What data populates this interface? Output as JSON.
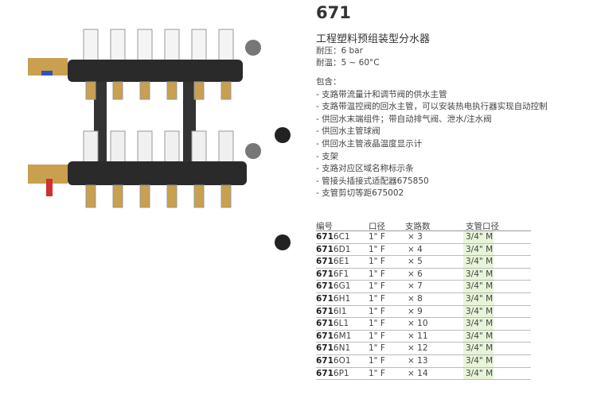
{
  "product": {
    "number": "671",
    "name": "工程塑料预组装型分水器",
    "specs": [
      "耐压：6 bar",
      "耐温：5 ~ 60°C"
    ]
  },
  "includes": {
    "heading": "包含：",
    "items": [
      "- 支路带流量计和调节阀的供水主管",
      "- 支路带温控阀的回水主管，可以安装热电执行器实现自动控制",
      "- 供回水末端组件；带自动排气阀、泄水/注水阀",
      "- 供回水主管球阀",
      "- 供回水主管液晶温度显示计",
      "- 支架",
      "- 支路对应区域名称标示条",
      "- 管接头插接式适配器675850",
      "- 支管剪切等距675002"
    ]
  },
  "table": {
    "headers": [
      "编号",
      "口径",
      "支路数",
      "支管口径"
    ],
    "rows": [
      {
        "series": "671",
        "suffix": "6C1",
        "size": "1\" F",
        "ways": "× 3",
        "branch": "3/4\" M"
      },
      {
        "series": "671",
        "suffix": "6D1",
        "size": "1\" F",
        "ways": "× 4",
        "branch": "3/4\" M"
      },
      {
        "series": "671",
        "suffix": "6E1",
        "size": "1\" F",
        "ways": "× 5",
        "branch": "3/4\" M"
      },
      {
        "series": "671",
        "suffix": "6F1",
        "size": "1\" F",
        "ways": "× 6",
        "branch": "3/4\" M"
      },
      {
        "series": "671",
        "suffix": "6G1",
        "size": "1\" F",
        "ways": "× 7",
        "branch": "3/4\" M"
      },
      {
        "series": "671",
        "suffix": "6H1",
        "size": "1\" F",
        "ways": "× 8",
        "branch": "3/4\" M"
      },
      {
        "series": "671",
        "suffix": "6I1",
        "size": "1\" F",
        "ways": "× 9",
        "branch": "3/4\" M"
      },
      {
        "series": "671",
        "suffix": "6L1",
        "size": "1\" F",
        "ways": "× 10",
        "branch": "3/4\" M"
      },
      {
        "series": "671",
        "suffix": "6M1",
        "size": "1\" F",
        "ways": "× 11",
        "branch": "3/4\" M"
      },
      {
        "series": "671",
        "suffix": "6N1",
        "size": "1\" F",
        "ways": "× 12",
        "branch": "3/4\" M"
      },
      {
        "series": "671",
        "suffix": "6O1",
        "size": "1\" F",
        "ways": "× 13",
        "branch": "3/4\" M"
      },
      {
        "series": "671",
        "suffix": "6P1",
        "size": "1\" F",
        "ways": "× 14",
        "branch": "3/4\" M"
      }
    ]
  },
  "colors": {
    "highlight": "#e8f4d8",
    "manifold": "#2a2a2a",
    "brass": "#c8a050",
    "valve_blue": "#3050c0",
    "valve_red": "#d03030"
  }
}
